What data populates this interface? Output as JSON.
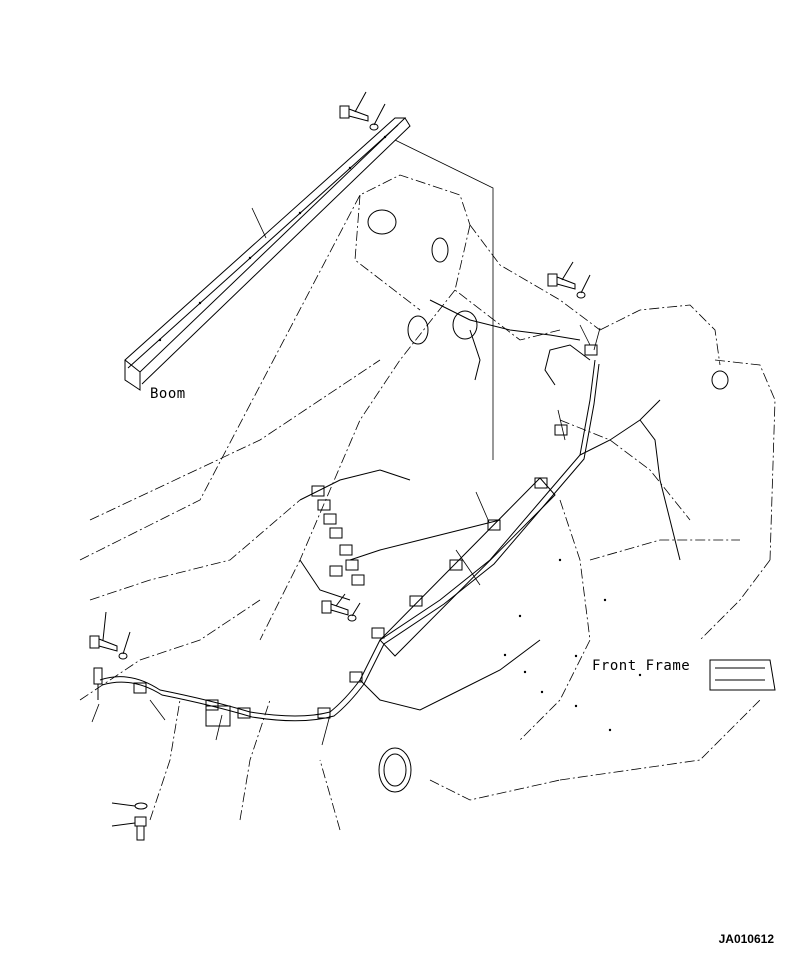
{
  "labels": {
    "boom": "Boom",
    "front_frame": "Front Frame",
    "drawing_code": "JA010612"
  },
  "colors": {
    "line": "#000000",
    "background": "#ffffff"
  }
}
